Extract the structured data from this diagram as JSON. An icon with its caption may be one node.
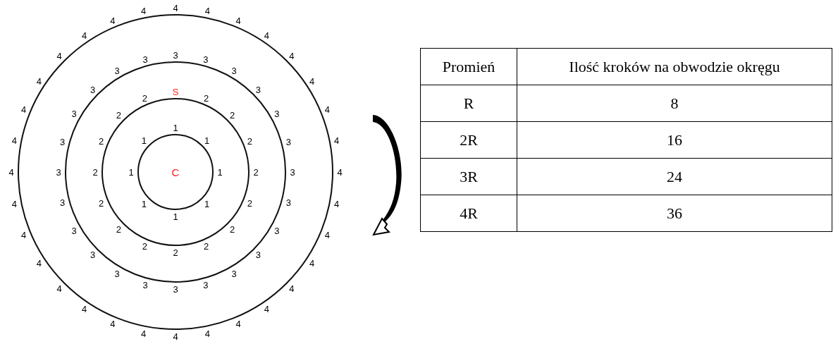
{
  "diagram": {
    "nodes": [
      {
        "text": [
          "4",
          "4",
          "4",
          "4",
          "4",
          "4",
          "4",
          "4",
          "4",
          "4",
          "4",
          "4",
          "4",
          "4",
          "4",
          "4",
          "4",
          "4",
          "4",
          "4",
          "4",
          "4",
          "4",
          "4",
          "4",
          "4",
          "4",
          "4",
          "4",
          "4",
          "4",
          "4"
        ]
      },
      {
        "text": [
          "3",
          "3",
          "3",
          "3",
          "3",
          "3",
          "3",
          "3",
          "3",
          "3",
          "3",
          "3",
          "3",
          "3",
          "3",
          "3",
          "3",
          "3",
          "3",
          "3",
          "3",
          "3",
          "3",
          "3"
        ],
        "in": 0
      },
      {
        "text": [
          "S",
          "2",
          "2",
          "2",
          "2",
          "2",
          "2",
          "2",
          "2",
          "2",
          "2",
          "2",
          "2",
          "2",
          "2",
          "2"
        ],
        "in": 1
      },
      {
        "text": [
          "1",
          "1",
          "1",
          "1",
          "1",
          "1",
          "1",
          "1"
        ],
        "in": 2
      }
    ],
    "labels": [
      "C",
      "Promień",
      "Ilość kroków na obwodzie okręgu",
      "R",
      "8",
      "2R",
      "16",
      "3R",
      "24",
      "4R",
      "36"
    ]
  }
}
